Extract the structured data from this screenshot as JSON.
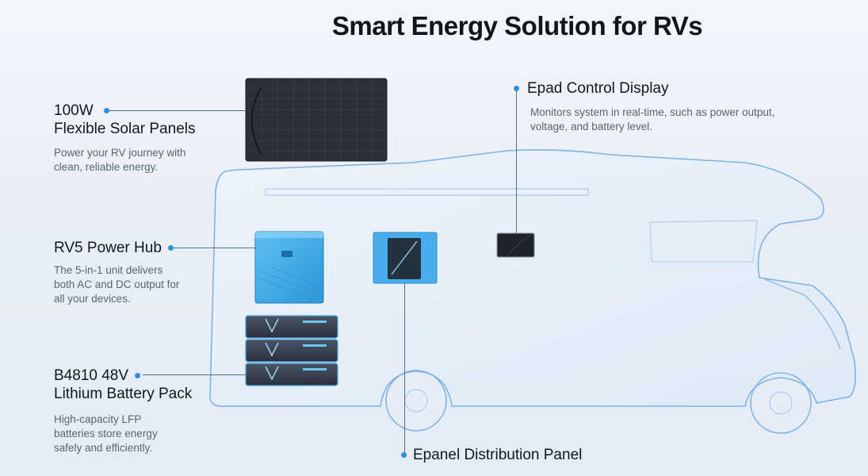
{
  "title": "Smart Energy Solution for RVs",
  "features": {
    "solar": {
      "title_line1": "100W",
      "title_line2": "Flexible Solar Panels",
      "desc_line1": "Power your RV journey with",
      "desc_line2": "clean, reliable energy."
    },
    "epad": {
      "title": "Epad Control Display",
      "desc_line1": "Monitors system in real-time, such as power output,",
      "desc_line2": "voltage, and battery level."
    },
    "hub": {
      "title": "RV5 Power Hub",
      "desc_line1": "The 5-in-1 unit delivers",
      "desc_line2": "both AC and DC output for",
      "desc_line3": "all your devices."
    },
    "battery": {
      "title_line1": "B4810 48V",
      "title_line2": "Lithium Battery Pack",
      "desc_line1": "High-capacity LFP",
      "desc_line2": "batteries store energy",
      "desc_line3": "safely and efficiently."
    },
    "epanel": {
      "title": "Epanel Distribution Panel"
    }
  },
  "colors": {
    "accent_dot": "#2f8fd8",
    "hub_blue": "#3aa9e6",
    "rv_outline": "#7fb3e6"
  },
  "icons": [
    "solar-panel-image",
    "power-hub-image",
    "battery-pack-image",
    "epanel-image",
    "epad-display-image",
    "rv-outline-image"
  ]
}
